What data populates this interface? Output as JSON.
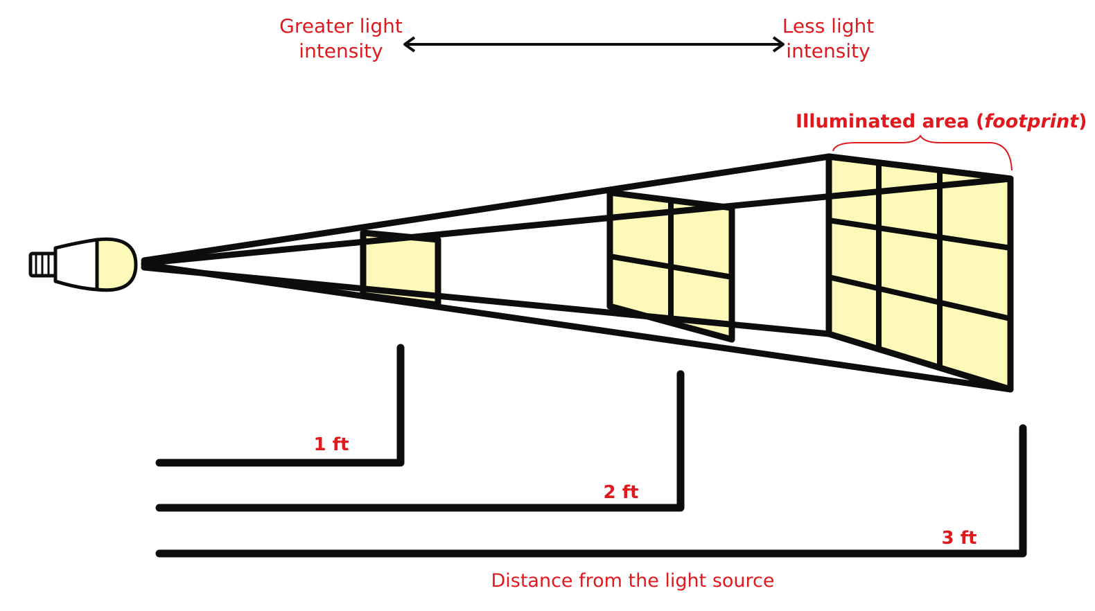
{
  "colors": {
    "label": "#e0191f",
    "light": "#fdf9b8",
    "ink": "#0d0d0d"
  },
  "labels": {
    "greater_line1": "Greater light",
    "greater_line2": "intensity",
    "less_line1": "Less light",
    "less_line2": "intensity",
    "area_main": "Illuminated area (",
    "area_italic": "footprint",
    "area_close": ")",
    "distance_1": "1 ft",
    "distance_2": "2 ft",
    "distance_3": "3 ft",
    "distance_axis": "Distance from the light source"
  },
  "icons": {
    "source": "light-bulb-icon",
    "scale": "double-arrow-icon"
  }
}
